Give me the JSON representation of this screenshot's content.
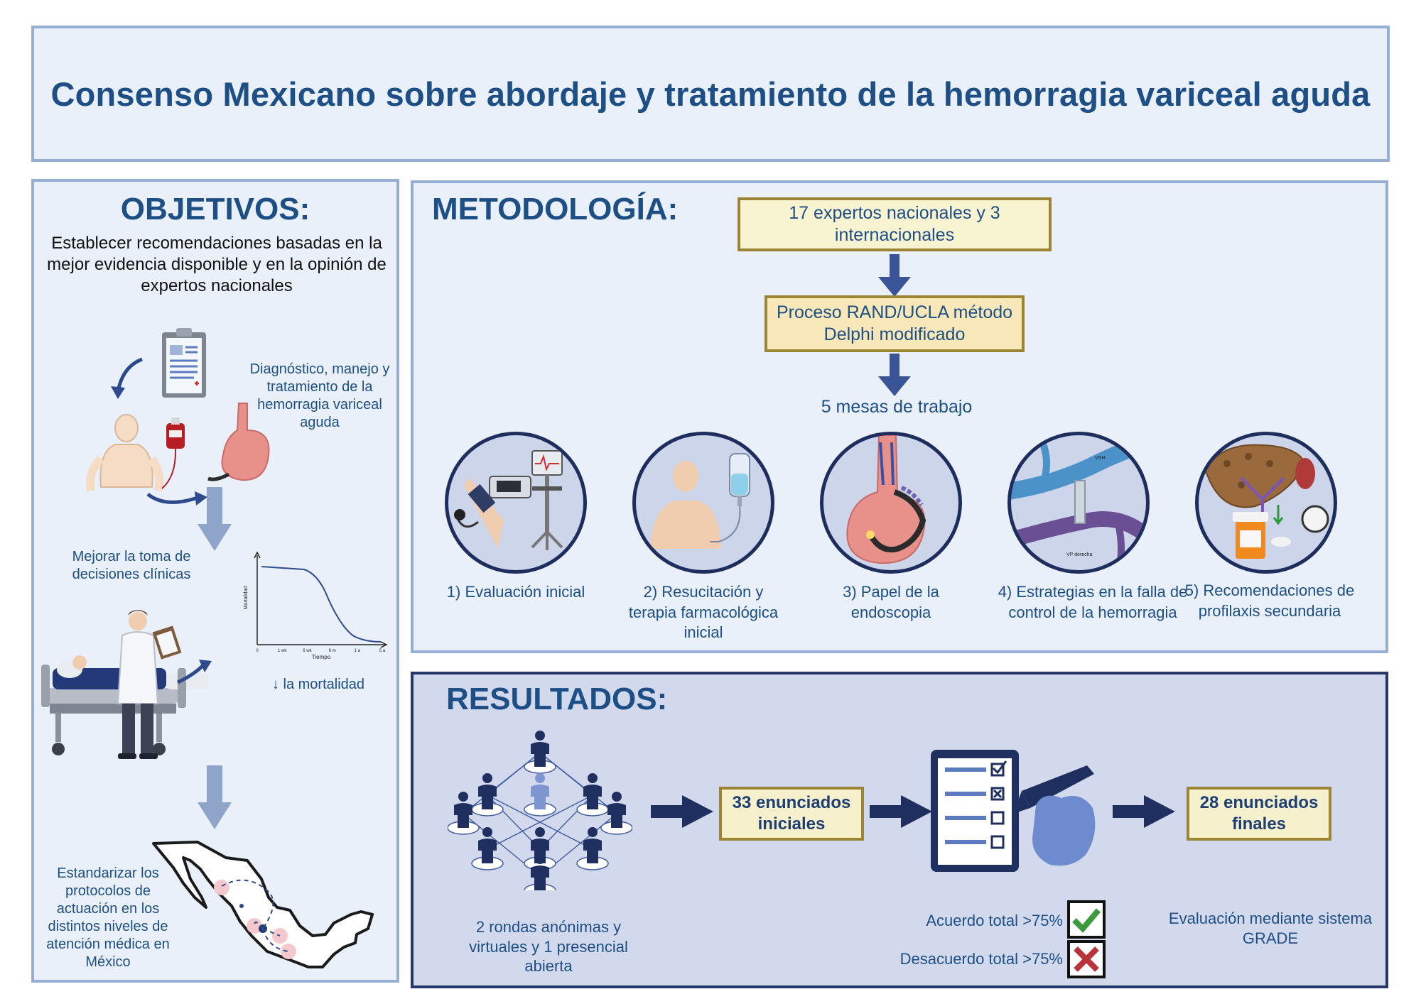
{
  "title": "Consenso Mexicano sobre abordaje y tratamiento de la hemorragia variceal aguda",
  "objectives": {
    "heading": "OBJETIVOS:",
    "intro": "Establecer recomendaciones basadas en la mejor evidencia disponible y en la opinión de expertos nacionales",
    "item1": "Diagnóstico, manejo y tratamiento de la hemorragia variceal aguda",
    "item2": "Mejorar la toma de decisiones clínicas",
    "mortality_note": "↓ la mortalidad",
    "item3": "Estandarizar los protocolos de actuación en los distintos niveles de atención médica en México",
    "mini_chart": {
      "ylabel": "Mortalidad",
      "xlabel": "Tiempo",
      "xticks": [
        "0",
        "1 wk",
        "6 wk",
        "6 m",
        "1 a",
        "5 a"
      ]
    }
  },
  "methodology": {
    "heading": "METODOLOGÍA:",
    "experts": "17 expertos nacionales y 3 internacionales",
    "process": "Proceso RAND/UCLA método Delphi modificado",
    "duration": "5 mesas de trabajo",
    "steps": [
      {
        "label": "1) Evaluación inicial"
      },
      {
        "label": "2) Resucitación y terapia farmacológica inicial"
      },
      {
        "label": "3) Papel de la endoscopia"
      },
      {
        "label": "4) Estrategias en la falla de control de la hemorragia"
      },
      {
        "label": "5) Recomendaciones de profilaxis secundaria"
      }
    ],
    "tips_labels": {
      "top": "VSH",
      "bottom": "VP derecha"
    }
  },
  "results": {
    "heading": "RESULTADOS:",
    "rounds": "2 rondas anónimas y virtuales y 1 presencial abierta",
    "initial": "33 enunciados iniciales",
    "agreement": "Acuerdo total >75%",
    "disagreement": "Desacuerdo total >75%",
    "final": "28 enunciados finales",
    "grade": "Evaluación mediante sistema GRADE"
  },
  "colors": {
    "accent": "#1d4f86",
    "panel_bg": "#e9f0fa",
    "panel_border": "#97aed4",
    "results_bg": "#d3d9ec",
    "box_fill": "#f6f1cc",
    "box_border": "#9c8435"
  }
}
